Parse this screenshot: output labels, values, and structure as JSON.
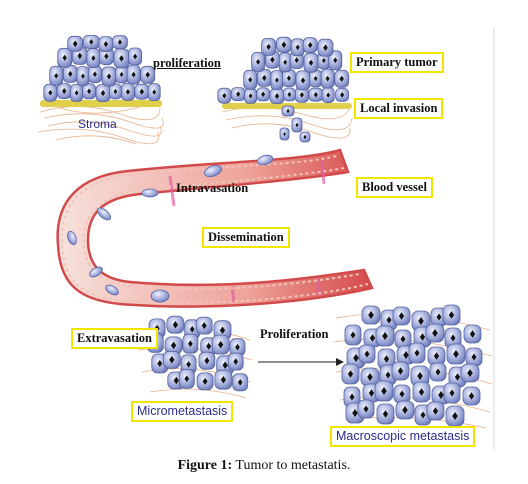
{
  "labels": {
    "proliferation_top": "proliferation",
    "primary_tumor": "Primary tumor",
    "stroma": "Stroma",
    "local_invasion": "Local invasion",
    "intravasation": "Intravasation",
    "blood_vessel": "Blood vessel",
    "dissemination": "Dissemination",
    "extravasation": "Extravasation",
    "proliferation_bottom": "Proliferation",
    "micrometastasis": "Micrometastasis",
    "macroscopic_metastasis": "Macroscopic metastasis"
  },
  "caption": {
    "label": "Figure 1:",
    "text": "Tumor to metastatis."
  },
  "colors": {
    "highlight_box": "#f2e500",
    "vessel_dark": "#d84848",
    "vessel_light": "#f8dcd4",
    "cell_fill": "#8e9ad0",
    "cell_light": "#d9def3",
    "nucleus": "#111111",
    "stroma_fiber": "#e8b08a",
    "basement_membrane": "#e0cf4a"
  }
}
